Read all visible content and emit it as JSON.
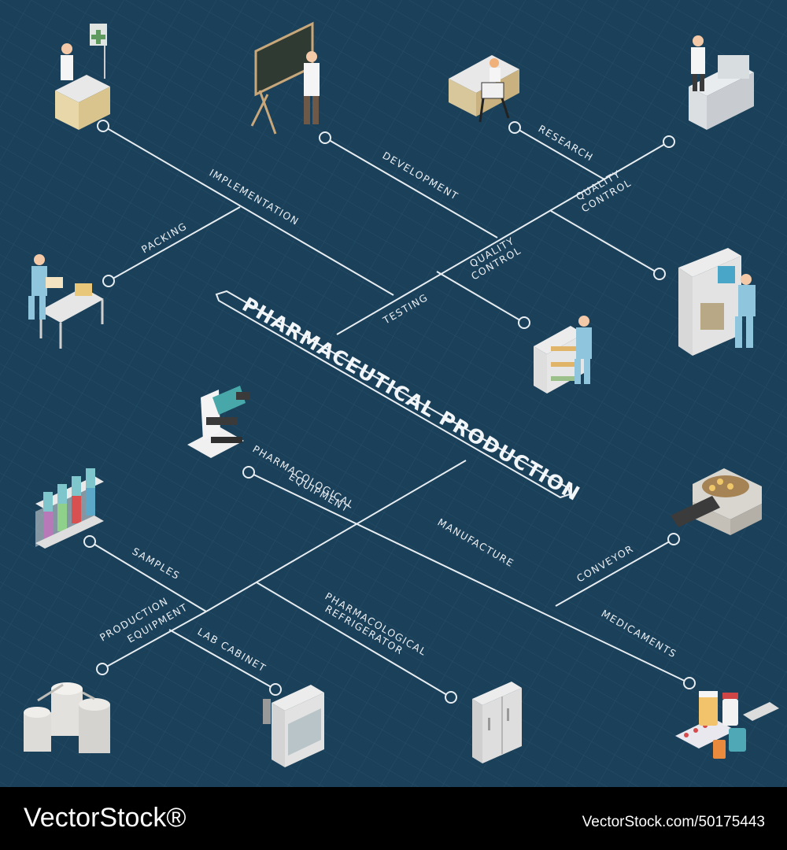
{
  "title": "PHARMACEUTICAL PRODUCTION",
  "labels": {
    "implementation": "IMPLEMENTATION",
    "development": "DEVELOPMENT",
    "research": "RESEARCH",
    "packing": "PACKING",
    "testing": "TESTING",
    "qc_top": [
      "QUALITY",
      "CONTROL"
    ],
    "qc_mid": [
      "QUALITY",
      "CONTROL"
    ],
    "pharm_equipment": [
      "PHARMACOLOGICAL",
      "EQUIPMENT"
    ],
    "manufacture": "MANUFACTURE",
    "conveyor": "CONVEYOR",
    "samples": "SAMPLES",
    "production_equipment": [
      "PRODUCTION",
      "EQUIPMENT"
    ],
    "lab_cabinet": "LAB CABINET",
    "pharm_refrigerator": [
      "PHARMACOLOGICAL",
      "REFRIGERATOR"
    ],
    "medicaments": "MEDICAMENTS"
  },
  "footer": {
    "brand": "VectorStock®",
    "url": "VectorStock.com/50175443"
  },
  "colors": {
    "background": "#1b4059",
    "line": "#e7edf1",
    "footer": "#000000"
  }
}
